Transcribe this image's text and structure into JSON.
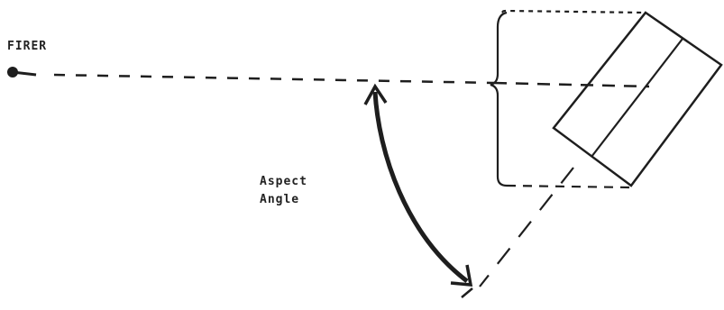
{
  "labels": {
    "firer": "FIRER",
    "aspect_line1": "Aspect",
    "aspect_line2": "Angle"
  },
  "colors": {
    "ink": "#1e1e1e",
    "background": "#ffffff"
  }
}
